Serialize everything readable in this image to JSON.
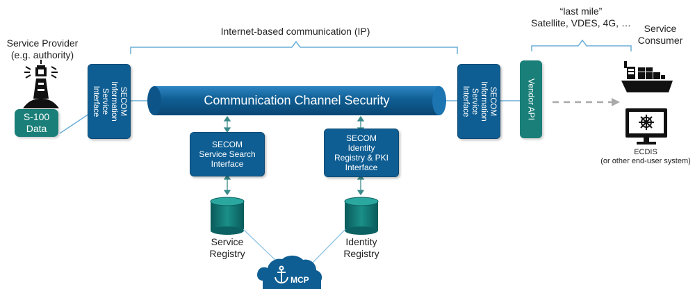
{
  "provider": {
    "title": "Service Provider",
    "subtitle": "(e.g. authority)"
  },
  "s100": {
    "line1": "S-100",
    "line2": "Data"
  },
  "internet_label": "Internet-based communication (IP)",
  "last_mile": {
    "line1": "“last mile”",
    "line2": "Satellite, VDES, 4G, …"
  },
  "consumer": {
    "line1": "Service",
    "line2": "Consumer"
  },
  "secom_left": {
    "l1": "SECOM",
    "l2": "Information",
    "l3": "Service",
    "l4": "Interface"
  },
  "secom_right": {
    "l1": "SECOM",
    "l2": "Information",
    "l3": "Service",
    "l4": "Interface"
  },
  "channel_label": "Communication Channel Security",
  "vendor_api": "Vendor API",
  "search_interface": {
    "l1": "SECOM",
    "l2": "Service Search",
    "l3": "Interface"
  },
  "identity_interface": {
    "l1": "SECOM",
    "l2": "Identity",
    "l3": "Registry & PKI",
    "l4": "Interface"
  },
  "service_registry": {
    "l1": "Service",
    "l2": "Registry"
  },
  "identity_registry": {
    "l1": "Identity",
    "l2": "Registry"
  },
  "mcp_label": "MCP",
  "ecdis": {
    "l1": "ECDIS",
    "l2": "(or other end-user system)"
  },
  "colors": {
    "blue": "#0f5e93",
    "teal": "#1a7f78",
    "bracket": "#6aaed6",
    "arrow": "#a9a9a9"
  },
  "icons": [
    "lighthouse-icon",
    "ship-icon",
    "monitor-helm-icon",
    "cloud-anchor-icon"
  ]
}
